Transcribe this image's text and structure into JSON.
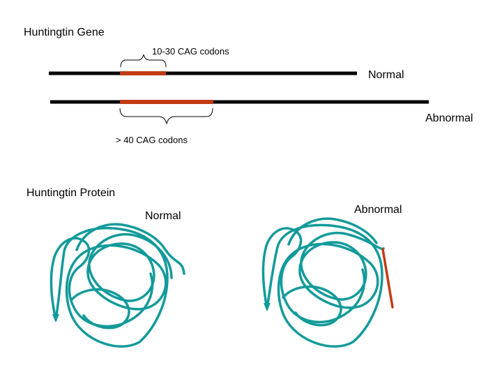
{
  "gene": {
    "title": "Huntingtin Gene",
    "normal_range_label": "10-30 CAG codons",
    "normal_label": "Normal",
    "abnormal_label": "Abnormal",
    "abnormal_range_label": "> 40 CAG codons"
  },
  "protein": {
    "title": "Huntingtin Protein",
    "normal_label": "Normal",
    "abnormal_label": "Abnormal"
  },
  "colors": {
    "gene_line": "#000000",
    "cag_repeat": "#c23b12",
    "protein": "#139a9a",
    "polyQ_tail": "#c23b12"
  }
}
